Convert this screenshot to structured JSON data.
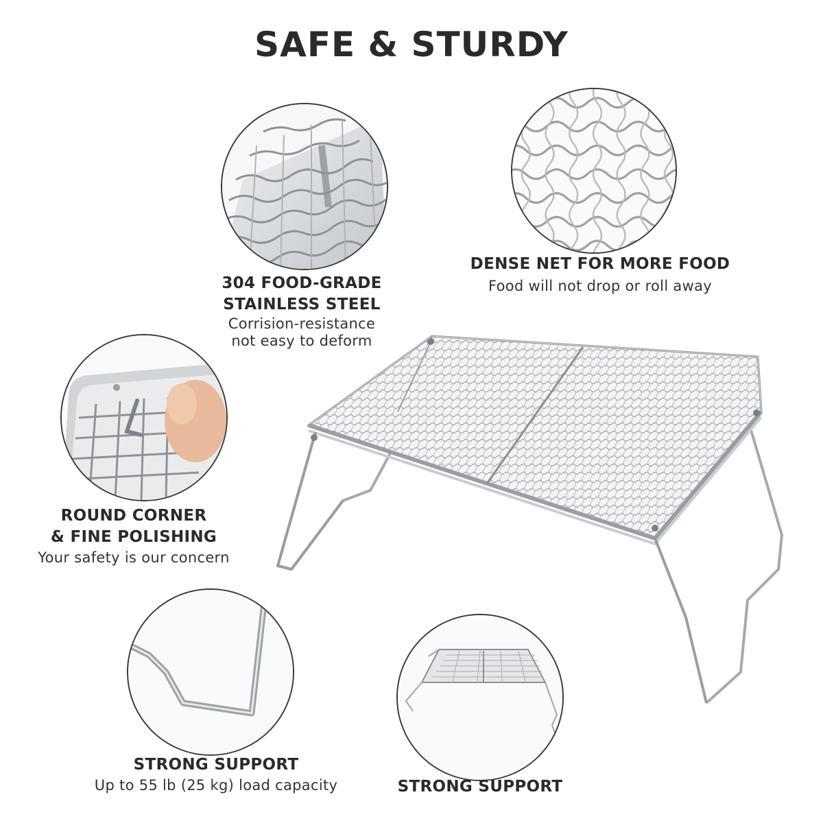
{
  "title": "SAFE & STURDY",
  "features": [
    {
      "heading_lines": [
        "304 FOOD-GRADE",
        "STAINLESS STEEL"
      ],
      "sub_lines": [
        "Corrision-resistance",
        "not easy to deform"
      ]
    },
    {
      "heading_lines": [
        "DENSE NET FOR MORE FOOD"
      ],
      "sub_lines": [
        "Food will not drop or roll away"
      ]
    },
    {
      "heading_lines": [
        "ROUND CORNER",
        "& FINE POLISHING"
      ],
      "sub_lines": [
        "Your safety is our concern"
      ]
    },
    {
      "heading_lines": [
        "STRONG SUPPORT"
      ],
      "sub_lines": [
        "Up to 55 lb (25 kg) load capacity"
      ]
    },
    {
      "heading_lines": [
        "STRONG SUPPORT"
      ],
      "sub_lines": []
    }
  ],
  "colors": {
    "text": "#2a2a2a",
    "steel": "#b9bcbf",
    "steel_dark": "#8d9094",
    "skin": "#e8b99a"
  }
}
